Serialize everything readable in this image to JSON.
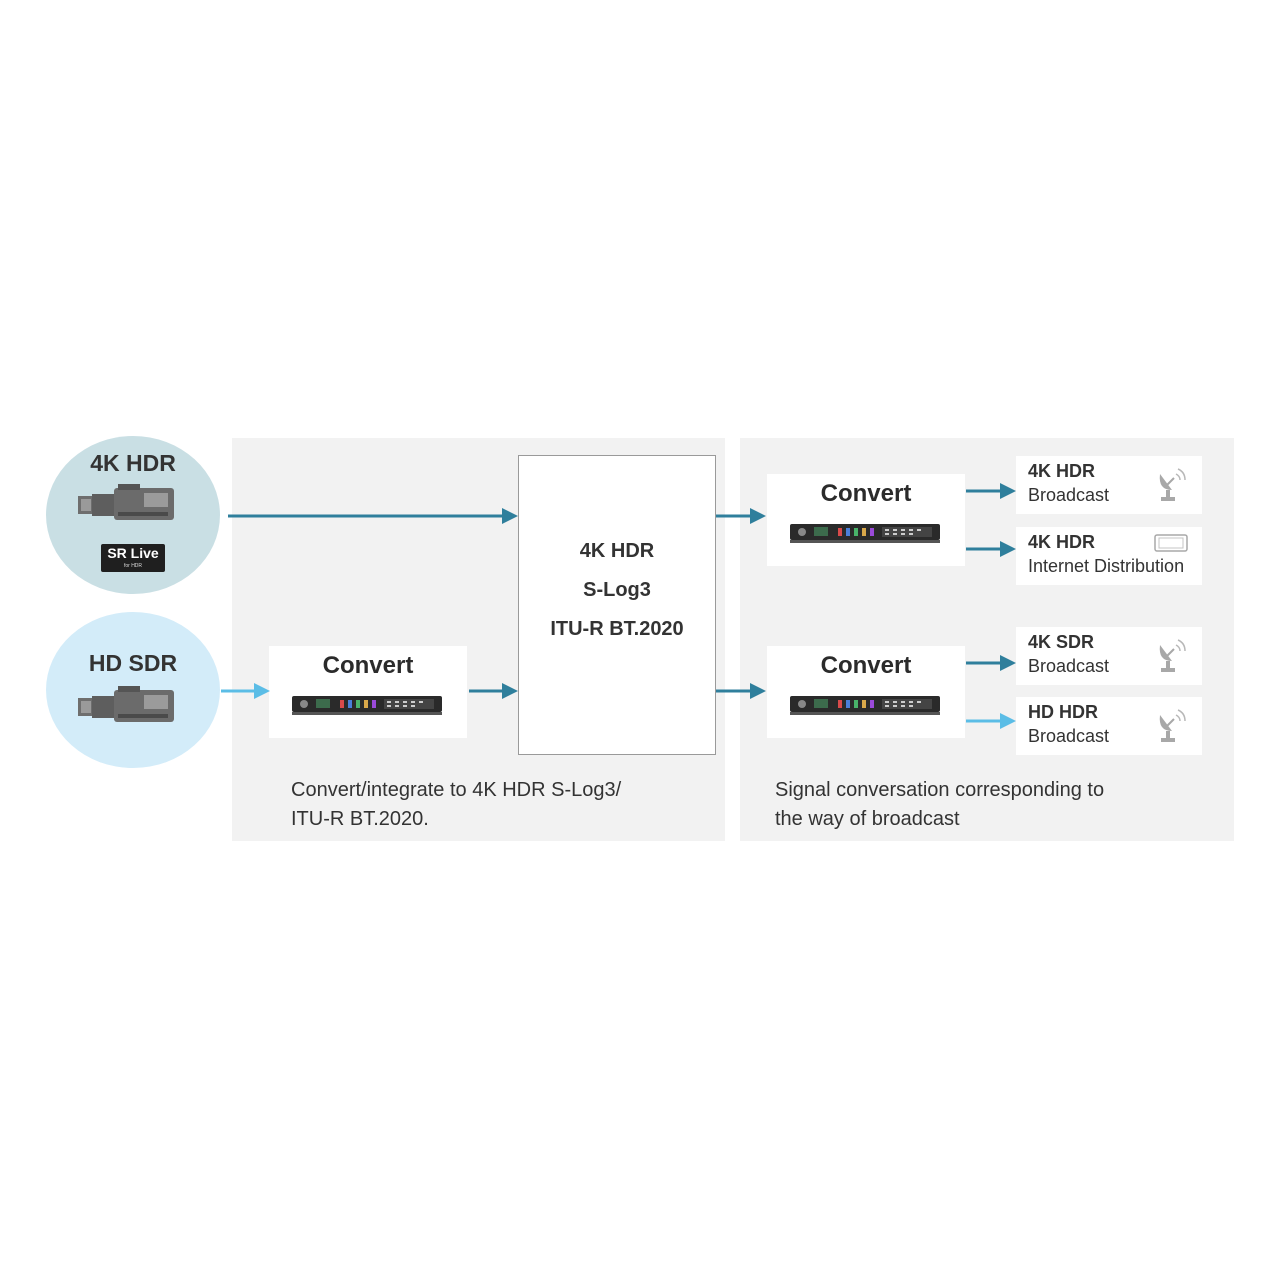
{
  "sources": [
    {
      "label": "4K HDR",
      "badge": {
        "title": "SR Live",
        "subtitle": "for HDR"
      }
    },
    {
      "label": "HD SDR"
    }
  ],
  "input_convert": {
    "title": "Convert"
  },
  "center": {
    "lines": [
      "4K HDR",
      "S-Log3",
      "ITU-R BT.2020"
    ]
  },
  "output_converts": [
    {
      "title": "Convert"
    },
    {
      "title": "Convert"
    }
  ],
  "outputs": [
    {
      "title": "4K HDR",
      "subtitle": "Broadcast",
      "icon": "satellite-dish-icon"
    },
    {
      "title": "4K HDR",
      "subtitle": "Internet Distribution",
      "icon": "tablet-icon"
    },
    {
      "title": "4K SDR",
      "subtitle": "Broadcast",
      "icon": "satellite-dish-icon"
    },
    {
      "title": "HD HDR",
      "subtitle": "Broadcast",
      "icon": "satellite-dish-icon"
    }
  ],
  "captions": {
    "left": [
      "Convert/integrate to 4K HDR S-Log3/",
      "ITU-R BT.2020."
    ],
    "right": [
      "Signal conversation corresponding to",
      "the way of broadcast"
    ]
  },
  "colors": {
    "arrow_dark": "#2f7f9c",
    "arrow_light": "#5bbde6",
    "hdr_circle": "#c9dfe4",
    "sdr_circle": "#d3ecf9",
    "panel": "#f2f2f2"
  }
}
